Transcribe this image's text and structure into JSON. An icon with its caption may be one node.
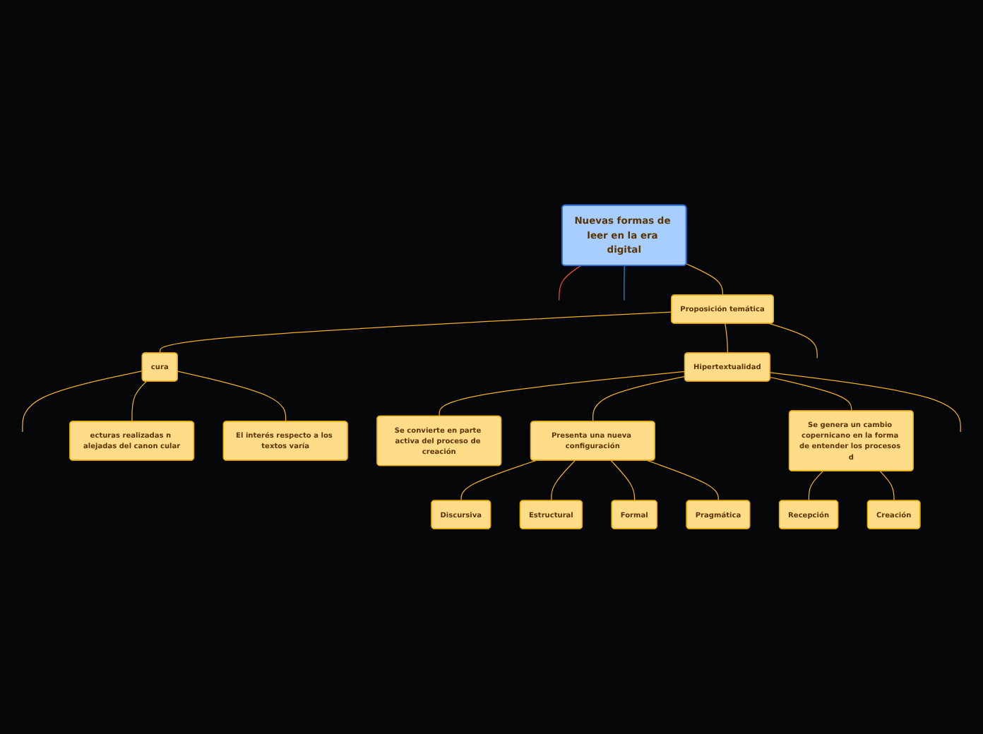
{
  "diagram": {
    "nodes": [
      {
        "text": [
          "Nuevas formas de leer en la era digital"
        ]
      },
      {
        "text": [
          "Proposición temática"
        ]
      },
      {
        "text": [
          "cura"
        ]
      },
      {
        "text": [
          "Hipertextualidad"
        ]
      },
      {
        "text": [
          "ecturas realizadas n alejadas del canon cular"
        ]
      },
      {
        "text": [
          "El interés respecto a los textos varía"
        ]
      },
      {
        "text": [
          "Se convierte en parte activa del proceso de creación"
        ]
      },
      {
        "text": [
          "Presenta una nueva configuración"
        ]
      },
      {
        "text": [
          "Se genera un cambio copernicano en la forma de entender los procesos d"
        ]
      },
      {
        "text": [
          "Discursiva"
        ]
      },
      {
        "text": [
          "Estructural"
        ]
      },
      {
        "text": [
          "Formal"
        ]
      },
      {
        "text": [
          "Pragmática"
        ]
      },
      {
        "text": [
          "Recepción"
        ]
      },
      {
        "text": [
          "Creación"
        ]
      }
    ],
    "edges": [
      {
        "from": 0,
        "to": null,
        "arrow": "none",
        "color": "#e8502a"
      },
      {
        "from": 0,
        "to": null,
        "arrow": "none",
        "color": "#1a8fd8"
      },
      {
        "from": 0,
        "to": 1,
        "arrow": "none"
      },
      {
        "from": 1,
        "to": 2,
        "arrow": "none"
      },
      {
        "from": 1,
        "to": 3,
        "arrow": "none"
      },
      {
        "from": 1,
        "to": null,
        "arrow": "none"
      },
      {
        "from": 2,
        "to": null,
        "arrow": "none"
      },
      {
        "from": 2,
        "to": 4,
        "arrow": "none"
      },
      {
        "from": 2,
        "to": 5,
        "arrow": "none"
      },
      {
        "from": 3,
        "to": 6,
        "arrow": "none"
      },
      {
        "from": 3,
        "to": 7,
        "arrow": "none"
      },
      {
        "from": 3,
        "to": 8,
        "arrow": "none"
      },
      {
        "from": 3,
        "to": null,
        "arrow": "none"
      },
      {
        "from": 7,
        "to": 9,
        "arrow": "none"
      },
      {
        "from": 7,
        "to": 10,
        "arrow": "none"
      },
      {
        "from": 7,
        "to": 11,
        "arrow": "none"
      },
      {
        "from": 7,
        "to": 12,
        "arrow": "none"
      },
      {
        "from": 8,
        "to": 13,
        "arrow": "none"
      },
      {
        "from": 8,
        "to": 14,
        "arrow": "none"
      }
    ]
  }
}
